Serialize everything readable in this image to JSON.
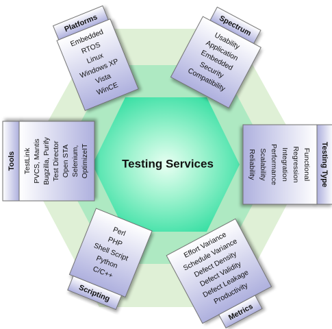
{
  "center_title": "Testing Services",
  "colors": {
    "outer_hexagon": "#dff0d6",
    "middle_hexagon": "#aee9c2",
    "inner_hexagon": "#3ee0a6",
    "inner_hexagon_glow": "#e8fff2",
    "card_light": "#ffffff",
    "card_dark": "#aeb0de",
    "card_border": "#707070"
  },
  "panels": {
    "platforms": {
      "title": "Platforms",
      "items": [
        "Embedded",
        "RTOS",
        "Linux",
        "Windows XP",
        "Vista",
        "WinCE"
      ]
    },
    "spectrum": {
      "title": "Spectrum",
      "items": [
        "Usability",
        "Application",
        "Embedded",
        "Security",
        "Compatibility"
      ]
    },
    "testing_type": {
      "title": "Testing Type",
      "items": [
        "Functional",
        "Regression",
        "Integration",
        "Performance",
        "Scalability",
        "Reliability"
      ]
    },
    "metrics": {
      "title": "Metrics",
      "items": [
        "Effort Variance",
        "Schedule Variance",
        "Defect Density",
        "Defect Validity",
        "Defect Leakage",
        "Productivity"
      ]
    },
    "scripting": {
      "title": "Scripting",
      "items": [
        "Perl",
        "PHP",
        "Shell Script",
        "Python",
        "C/C++"
      ]
    },
    "tools": {
      "title": "Tools",
      "items": [
        "TestLink",
        "PVCS, Mantis",
        "Bugzilla, Purify",
        "Test Director",
        "Open STA",
        "Selenium,",
        "OptimizeIT"
      ]
    }
  }
}
